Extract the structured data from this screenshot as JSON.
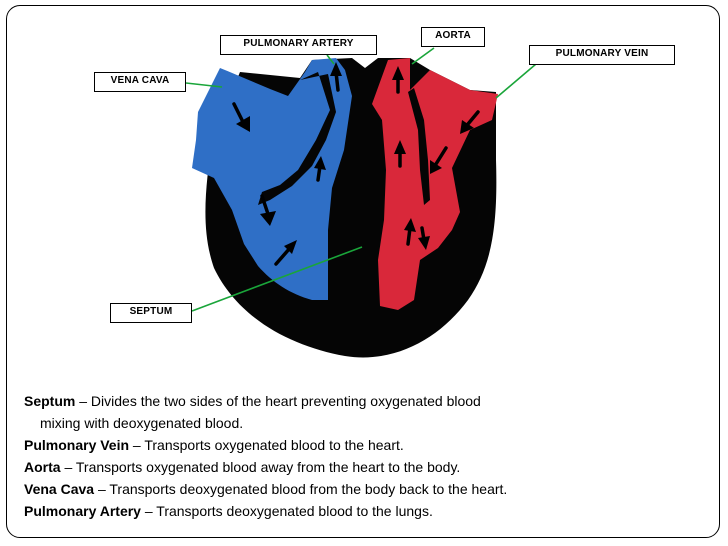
{
  "labels": {
    "pulmonary_artery": "PULMONARY ARTERY",
    "aorta": "AORTA",
    "pulmonary_vein": "PULMONARY VEIN",
    "vena_cava": "VENA CAVA",
    "septum": "SEPTUM"
  },
  "definitions": [
    {
      "term": "Septum",
      "text": " – Divides the two sides of the heart preventing oxygenated blood",
      "text2": "mixing with deoxygenated blood."
    },
    {
      "term": "Pulmonary Vein",
      "text": " – Transports oxygenated blood to the heart."
    },
    {
      "term": "Aorta",
      "text": " – Transports oxygenated blood away from the heart to the body."
    },
    {
      "term": "Vena Cava",
      "text": " – Transports deoxygenated blood from the body back to the heart."
    },
    {
      "term": "Pulmonary Artery",
      "text": " – Transports deoxygenated blood to the lungs."
    }
  ],
  "colors": {
    "deoxygenated": "#2f6fc6",
    "oxygenated": "#d9283a",
    "heart_wall": "#050505",
    "leader_line": "#1aa53a"
  }
}
